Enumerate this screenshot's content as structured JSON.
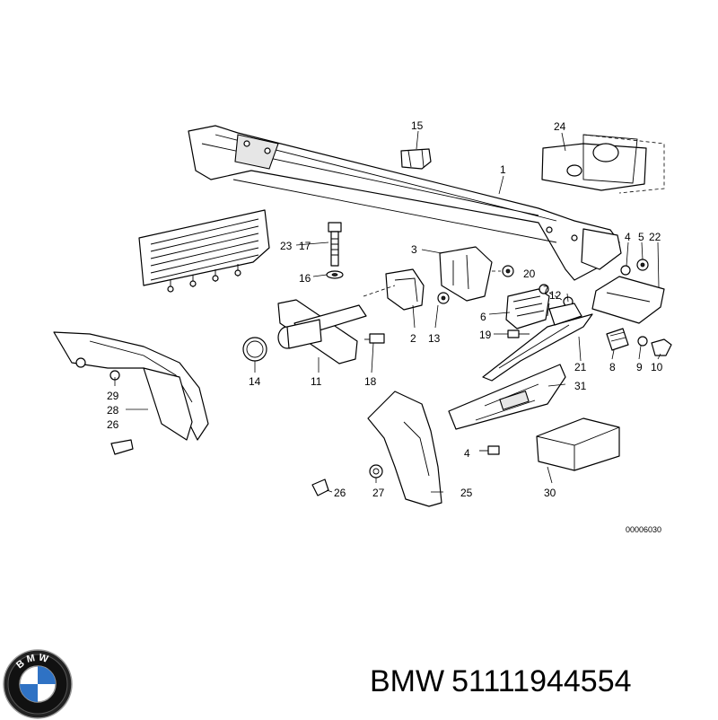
{
  "diagram": {
    "callouts": [
      "1",
      "2",
      "3",
      "4",
      "5",
      "6",
      "7",
      "8",
      "9",
      "10",
      "11",
      "12",
      "13",
      "14",
      "15",
      "16",
      "17",
      "18",
      "19",
      "20",
      "21",
      "22",
      "23",
      "24",
      "25",
      "26",
      "27",
      "28",
      "29",
      "30",
      "31"
    ],
    "callout_4b": "4",
    "callout_26b": "26",
    "drawing_code": "00006030"
  },
  "footer": {
    "logo_text": "BMW",
    "brand": "BMW",
    "part_number": "51111944554"
  }
}
